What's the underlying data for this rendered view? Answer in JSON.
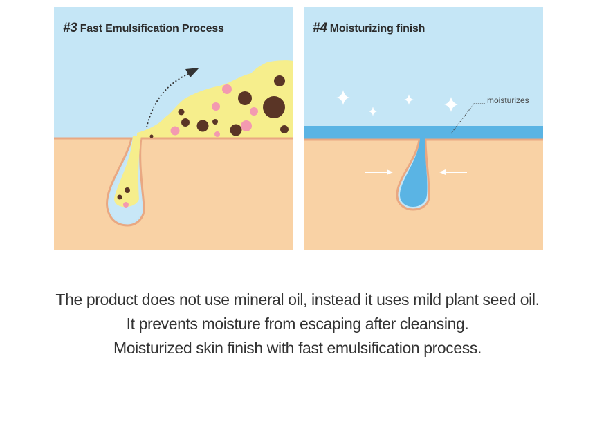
{
  "panels": [
    {
      "number": "#3",
      "title": "Fast Emulsification Process"
    },
    {
      "number": "#4",
      "title": "Moisturizing finish",
      "callout": "moisturizes"
    }
  ],
  "caption": {
    "lines": [
      "The product does not use mineral oil, instead it uses mild plant seed oil.",
      "It prevents moisture from escaping after cleansing.",
      "Moisturized skin finish with fast emulsification process."
    ]
  },
  "colors": {
    "sky": "#c5e6f6",
    "skin": "#f9d2a5",
    "skin_outline": "#e9a882",
    "oil": "#f6ee8c",
    "water": "#5ab4e4",
    "pore_water": "#c8e7f7",
    "dirt_dark": "#5a3526",
    "dirt_pink": "#f39ab0"
  }
}
